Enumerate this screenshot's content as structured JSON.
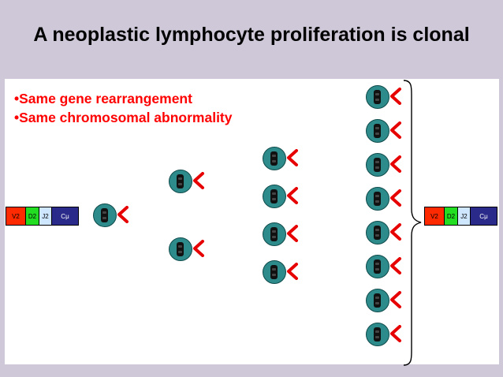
{
  "slide": {
    "title": "A neoplastic lymphocyte proliferation is clonal",
    "bullets": [
      "•Same gene rearrangement",
      "•Same chromosomal abnormality"
    ]
  },
  "gene": {
    "segments": [
      "V2",
      "D2",
      "J2",
      "Cμ"
    ],
    "colors": [
      "#ff2a00",
      "#22dd22",
      "#cfe6ff",
      "#2a2a8a"
    ]
  },
  "colors": {
    "background": "#cfc8d9",
    "panel": "#ffffff",
    "text_accent": "#ff0000",
    "cell": "#2e8b8b",
    "receptor": "#e60000"
  },
  "clonal_expansion": {
    "generation_counts": [
      1,
      2,
      4,
      8
    ]
  }
}
